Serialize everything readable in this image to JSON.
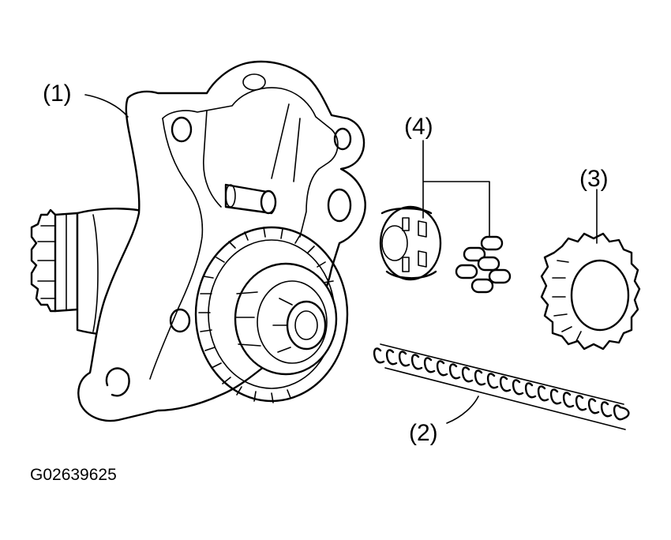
{
  "figure": {
    "figure_id": "G02639625"
  },
  "callouts": [
    {
      "id": "1",
      "text": "(1)"
    },
    {
      "id": "2",
      "text": "(2)"
    },
    {
      "id": "3",
      "text": "(3)"
    },
    {
      "id": "4",
      "text": "(4)"
    }
  ],
  "colors": {
    "ink": "#000000",
    "paper": "#ffffff"
  }
}
